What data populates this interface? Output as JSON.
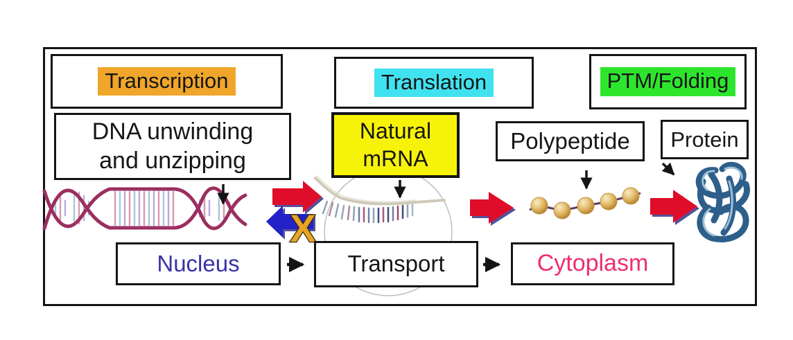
{
  "diagram": {
    "title_hint": "Protein synthesis flow diagram",
    "stages": [
      {
        "label": "Transcription",
        "highlight_color": "#F0A62B"
      },
      {
        "label": "Translation",
        "highlight_color": "#40E2F0"
      },
      {
        "label": "PTM/Folding",
        "highlight_color": "#2EE52E"
      }
    ],
    "items": {
      "dna": {
        "line1": "DNA unwinding",
        "line2": "and unzipping"
      },
      "mrna": {
        "line1": "Natural",
        "line2": "mRNA",
        "box_color": "#F7F308"
      },
      "polypeptide": {
        "label": "Polypeptide"
      },
      "protein": {
        "label": "Protein"
      }
    },
    "locations": [
      {
        "label": "Nucleus",
        "text_color": "#3A31A8"
      },
      {
        "label": "Transport",
        "text_color": "#161616"
      },
      {
        "label": "Cytoplasm",
        "text_color": "#EE2E6E"
      }
    ],
    "blocked_symbol": "X",
    "colors": {
      "forward_arrow": "#E0102A",
      "blocked_arrow": "#2020C8",
      "x_mark": "#E8A428",
      "dna_strand": "#9B2F5F",
      "bead_gold": "#D8A848",
      "protein_blue": "#2E5F8A",
      "frame": "#141414"
    }
  }
}
